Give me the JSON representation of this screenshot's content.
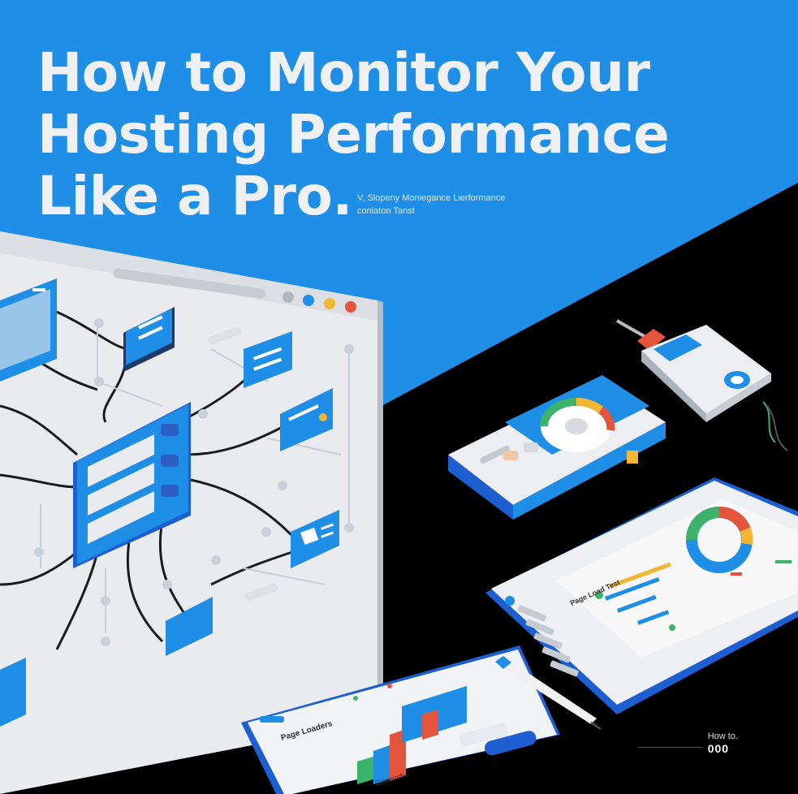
{
  "headline": {
    "line1": "How to Monitor Your",
    "line2": "Hosting Performance",
    "line3": "Like a Pro."
  },
  "subtitle": {
    "line1": "V, Slopeny Moniegance Lierformance",
    "line2": "conlaton Tanst"
  },
  "devices": {
    "tablet_right": {
      "title": "Page Load Test"
    },
    "tablet_bottom": {
      "title": "Page Loaders",
      "footer": "Comersh"
    }
  },
  "corner": {
    "label": "How to.",
    "number": "000"
  },
  "colors": {
    "blue": "#1f8ee6",
    "dark_blue": "#1d5fd0",
    "black": "#000000",
    "light": "#eef0f2",
    "red": "#e4533c",
    "green": "#3bb36a",
    "yellow": "#f2b632"
  }
}
